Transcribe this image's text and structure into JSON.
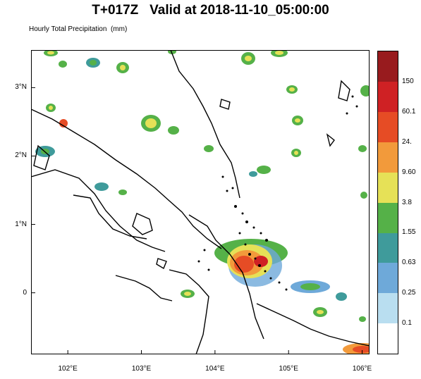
{
  "header": {
    "title": "T+017Z   Valid at 2018-11-10_05:00:00",
    "subtitle": "Hourly Total Precipitation  (mm)"
  },
  "axes": {
    "lat_labels": [
      "3°N",
      "2°N",
      "1°N",
      "0"
    ],
    "lat_values": [
      3,
      2,
      1,
      0
    ],
    "lon_labels": [
      "102°E",
      "103°E",
      "104°E",
      "105°E",
      "106°E"
    ],
    "lon_values": [
      102,
      103,
      104,
      105,
      106
    ],
    "lat_range": [
      -0.9,
      3.55
    ],
    "lon_range": [
      101.5,
      106.1
    ]
  },
  "colorbar": {
    "labels": [
      "150",
      "60.1",
      "24.",
      "9.60",
      "3.8",
      "1.55",
      "0.63",
      "0.25",
      "0.1"
    ],
    "colors": [
      "#ffffff",
      "#b9def0",
      "#6ea9d9",
      "#3f9b9b",
      "#55b148",
      "#e6e157",
      "#f29a3b",
      "#e64c25",
      "#cf2124",
      "#981b1e"
    ]
  }
}
